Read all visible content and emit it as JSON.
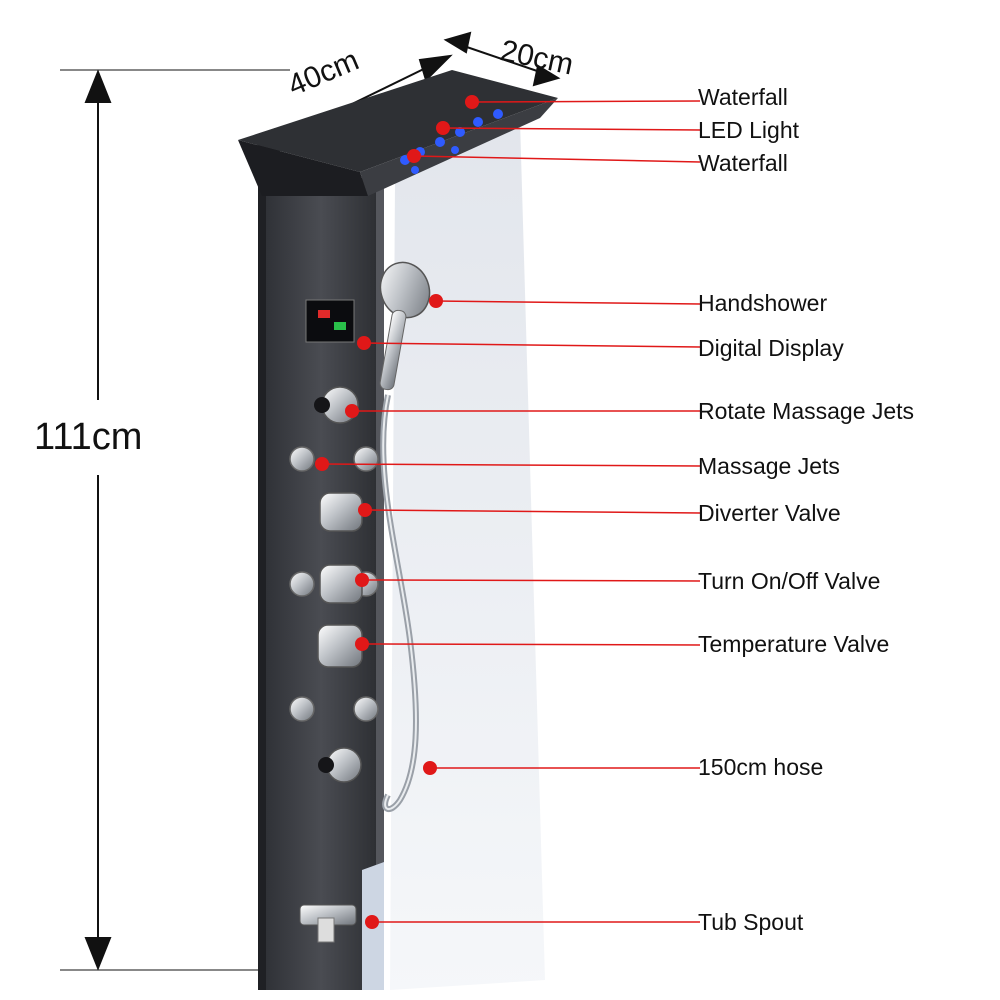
{
  "dimensions": {
    "height": "111cm",
    "width": "40cm",
    "depth": "20cm"
  },
  "callouts": [
    {
      "id": "waterfall-top",
      "label": "Waterfall"
    },
    {
      "id": "led-light",
      "label": "LED Light"
    },
    {
      "id": "waterfall-bottom",
      "label": "Waterfall"
    },
    {
      "id": "handshower",
      "label": "Handshower"
    },
    {
      "id": "digital-display",
      "label": "Digital Display"
    },
    {
      "id": "rotate-massage-jets",
      "label": "Rotate Massage Jets"
    },
    {
      "id": "massage-jets",
      "label": "Massage Jets"
    },
    {
      "id": "diverter-valve",
      "label": "Diverter Valve"
    },
    {
      "id": "turn-on-off-valve",
      "label": "Turn On/Off Valve"
    },
    {
      "id": "temperature-valve",
      "label": "Temperature Valve"
    },
    {
      "id": "hose",
      "label": "150cm hose"
    },
    {
      "id": "tub-spout",
      "label": "Tub Spout"
    }
  ],
  "colors": {
    "marker": "#e01818",
    "leader": "#e01818",
    "panel": "#3b3d42",
    "led": "#2f5bff",
    "arrow": "#111111"
  }
}
